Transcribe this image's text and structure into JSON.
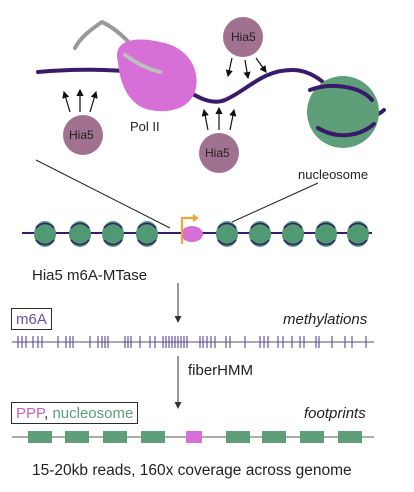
{
  "top_panel": {
    "hia5_label": "Hia5",
    "pol2_label": "Pol II",
    "nucleosome_label": "nucleosome"
  },
  "middle_panel": {
    "enzyme_label": "Hia5 m6A-MTase",
    "m6a_key": "m6A",
    "methylations_label": "methylations",
    "method_label": "fiberHMM",
    "ppp_key": "PPP",
    "separator": ", ",
    "nucleosome_key": "nucleosome",
    "footprints_label": "footprints"
  },
  "caption": "15-20kb reads, 160x coverage across genome",
  "colors": {
    "dna": "#3a1a6b",
    "hia5": "#a0728f",
    "pol2": "#d66fd6",
    "nucleosome": "#5e9e78",
    "nucleosome_small": "#4f9a73",
    "tss_arrow": "#f3a33a",
    "methylation_tick": "#6a4fa8",
    "track_line": "#555555",
    "m6a_text": "#6a4fa8",
    "ppp_text": "#c961c9",
    "nucleosome_text": "#5a9f75"
  }
}
